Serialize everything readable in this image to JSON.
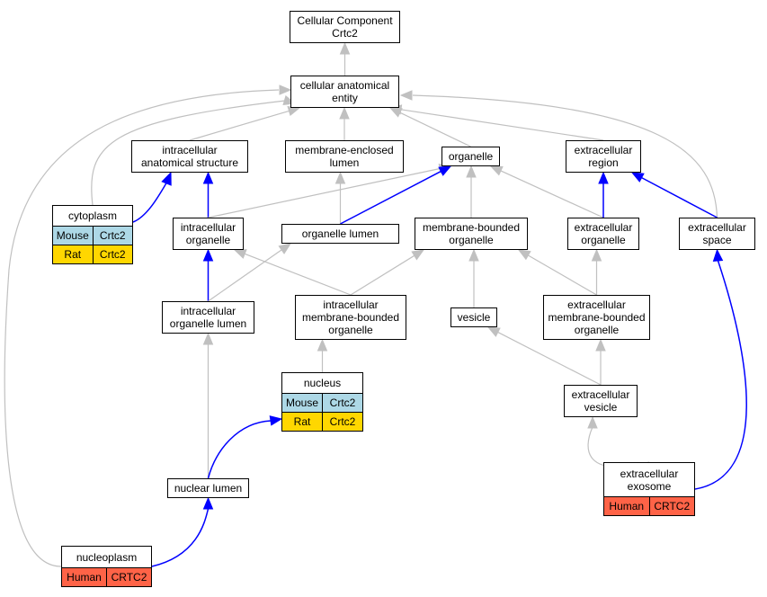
{
  "colors": {
    "mouse": "#add8e6",
    "rat": "#ffd700",
    "human": "#ff6347",
    "is_a_edge": "#c0c0c0",
    "part_of_edge": "#0000ff"
  },
  "nodes": {
    "root": {
      "label": "Cellular Component\nCrtc2"
    },
    "cae": {
      "label": "cellular anatomical\nentity"
    },
    "ias": {
      "label": "intracellular\nanatomical structure"
    },
    "mel": {
      "label": "membrane-enclosed\nlumen"
    },
    "organelle": {
      "label": "organelle"
    },
    "exreg": {
      "label": "extracellular\nregion"
    },
    "cytoplasm": {
      "label": "cytoplasm",
      "annotations": [
        {
          "species": "Mouse",
          "gene": "Crtc2"
        },
        {
          "species": "Rat",
          "gene": "Crtc2"
        }
      ]
    },
    "intorg": {
      "label": "intracellular\norganelle"
    },
    "orglumen": {
      "label": "organelle lumen"
    },
    "mbo": {
      "label": "membrane-bounded\norganelle"
    },
    "exorg": {
      "label": "extracellular\norganelle"
    },
    "exspace": {
      "label": "extracellular\nspace"
    },
    "iol": {
      "label": "intracellular\norganelle lumen"
    },
    "imbo": {
      "label": "intracellular\nmembrane-bounded\norganelle"
    },
    "vesicle": {
      "label": "vesicle"
    },
    "embo": {
      "label": "extracellular\nmembrane-bounded\norganelle"
    },
    "nucleus": {
      "label": "nucleus",
      "annotations": [
        {
          "species": "Mouse",
          "gene": "Crtc2"
        },
        {
          "species": "Rat",
          "gene": "Crtc2"
        }
      ]
    },
    "exves": {
      "label": "extracellular\nvesicle"
    },
    "nuclum": {
      "label": "nuclear lumen"
    },
    "exosome": {
      "label": "extracellular\nexosome",
      "annotations": [
        {
          "species": "Human",
          "gene": "CRTC2"
        }
      ]
    },
    "nucleoplasm": {
      "label": "nucleoplasm",
      "annotations": [
        {
          "species": "Human",
          "gene": "CRTC2"
        }
      ]
    }
  },
  "edges": [
    {
      "from": "cae",
      "to": "root",
      "type": "is_a"
    },
    {
      "from": "ias",
      "to": "cae",
      "type": "is_a"
    },
    {
      "from": "mel",
      "to": "cae",
      "type": "is_a"
    },
    {
      "from": "organelle",
      "to": "cae",
      "type": "is_a"
    },
    {
      "from": "exreg",
      "to": "cae",
      "type": "is_a"
    },
    {
      "from": "cytoplasm",
      "to": "cae",
      "type": "is_a"
    },
    {
      "from": "nucleoplasm",
      "to": "cae",
      "type": "is_a"
    },
    {
      "from": "exspace",
      "to": "cae",
      "type": "is_a"
    },
    {
      "from": "cytoplasm",
      "to": "ias",
      "type": "part_of"
    },
    {
      "from": "intorg",
      "to": "ias",
      "type": "part_of"
    },
    {
      "from": "intorg",
      "to": "organelle",
      "type": "is_a"
    },
    {
      "from": "orglumen",
      "to": "mel",
      "type": "is_a"
    },
    {
      "from": "orglumen",
      "to": "organelle",
      "type": "part_of"
    },
    {
      "from": "mbo",
      "to": "organelle",
      "type": "is_a"
    },
    {
      "from": "exorg",
      "to": "organelle",
      "type": "is_a"
    },
    {
      "from": "exorg",
      "to": "exreg",
      "type": "part_of"
    },
    {
      "from": "exspace",
      "to": "exreg",
      "type": "part_of"
    },
    {
      "from": "iol",
      "to": "intorg",
      "type": "part_of"
    },
    {
      "from": "iol",
      "to": "orglumen",
      "type": "is_a"
    },
    {
      "from": "imbo",
      "to": "intorg",
      "type": "is_a"
    },
    {
      "from": "imbo",
      "to": "mbo",
      "type": "is_a"
    },
    {
      "from": "vesicle",
      "to": "mbo",
      "type": "is_a"
    },
    {
      "from": "embo",
      "to": "mbo",
      "type": "is_a"
    },
    {
      "from": "embo",
      "to": "exorg",
      "type": "is_a"
    },
    {
      "from": "nucleus",
      "to": "imbo",
      "type": "is_a"
    },
    {
      "from": "exves",
      "to": "vesicle",
      "type": "is_a"
    },
    {
      "from": "exves",
      "to": "embo",
      "type": "is_a"
    },
    {
      "from": "nuclum",
      "to": "iol",
      "type": "is_a"
    },
    {
      "from": "nuclum",
      "to": "nucleus",
      "type": "part_of"
    },
    {
      "from": "exosome",
      "to": "exves",
      "type": "is_a"
    },
    {
      "from": "exosome",
      "to": "exspace",
      "type": "part_of"
    },
    {
      "from": "nucleoplasm",
      "to": "nuclum",
      "type": "part_of"
    }
  ]
}
